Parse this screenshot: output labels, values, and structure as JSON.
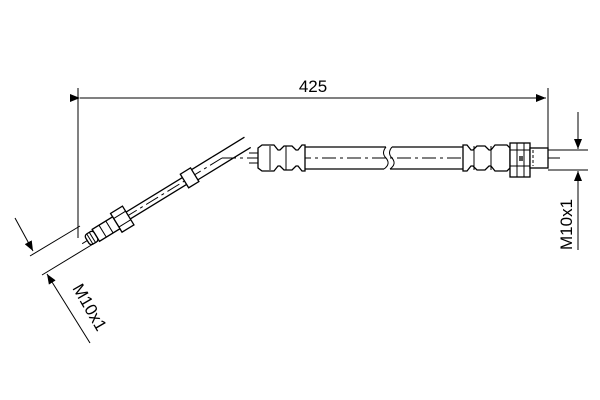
{
  "drawing": {
    "length_dimension": "425",
    "right_thread_label": "M10x1",
    "left_thread_label": "M10x1",
    "line_color": "#000000",
    "background_color": "#ffffff"
  }
}
